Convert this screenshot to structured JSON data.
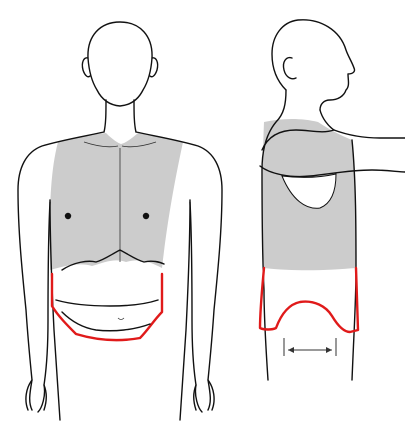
{
  "figure": {
    "views": [
      "front",
      "side"
    ],
    "colors": {
      "outline": "#111111",
      "vest_fill": "#cccccc",
      "belt_outline": "#e01a1a",
      "background": "#ffffff"
    },
    "icons": [
      "front-torso-figure",
      "side-torso-figure",
      "dimension-arrow"
    ]
  }
}
